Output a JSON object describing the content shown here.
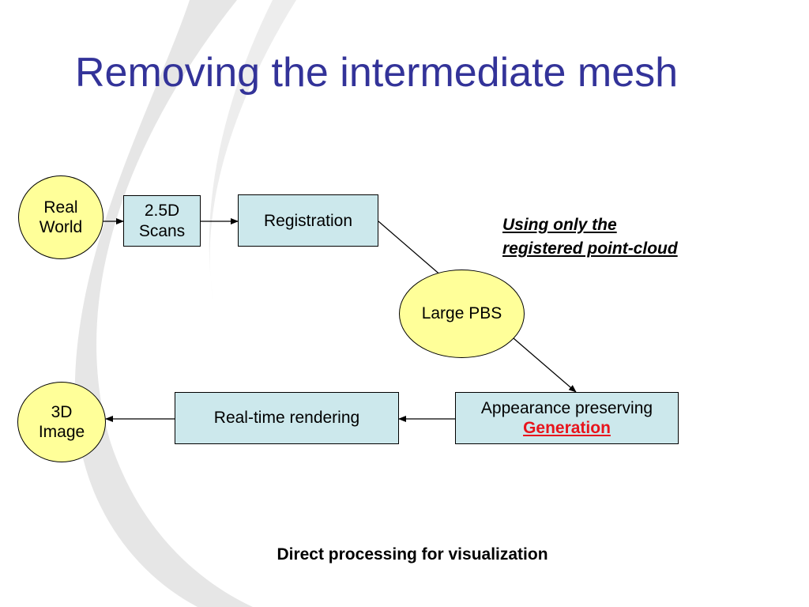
{
  "slide": {
    "title": "Removing the intermediate mesh",
    "caption": "Direct processing for visualization",
    "note_lines": [
      "Using only the",
      "registered point-cloud"
    ]
  },
  "nodes": {
    "real_world": [
      "Real",
      "World"
    ],
    "scans": [
      "2.5D",
      "Scans"
    ],
    "registration": "Registration",
    "large_pbs": "Large PBS",
    "appearance": {
      "line1": "Appearance preserving",
      "line2": "Generation"
    },
    "rendering": "Real-time rendering",
    "image_3d": [
      "3D",
      "Image"
    ]
  },
  "edges": [
    {
      "from": "real_world",
      "to": "scans"
    },
    {
      "from": "scans",
      "to": "registration"
    },
    {
      "from": "registration",
      "to": "large_pbs"
    },
    {
      "from": "large_pbs",
      "to": "appearance"
    },
    {
      "from": "appearance",
      "to": "rendering"
    },
    {
      "from": "rendering",
      "to": "image_3d"
    }
  ],
  "colors": {
    "title": "#333399",
    "ellipse_fill": "#ffff99",
    "box_fill": "#cce8ec",
    "highlight": "#e8141c",
    "swoosh": "#e3e3e3"
  }
}
